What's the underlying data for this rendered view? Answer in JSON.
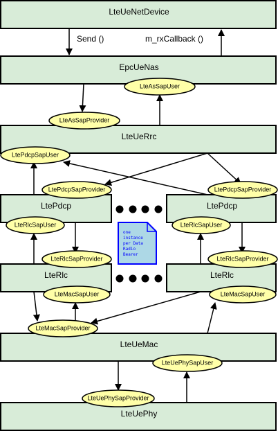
{
  "blocks": {
    "netdevice": "LteUeNetDevice",
    "nas": "EpcUeNas",
    "rrc": "LteUeRrc",
    "pdcp_left": "LtePdcp",
    "pdcp_right": "LtePdcp",
    "rlc_left": "LteRlc",
    "rlc_right": "LteRlc",
    "mac": "LteUeMac",
    "phy": "LteUePhy"
  },
  "sap": {
    "as_user": "LteAsSapUser",
    "as_provider": "LteAsSapProvider",
    "pdcp_user": "LtePdcpSapUser",
    "pdcp_provider_left": "LtePdcpSapProvider",
    "pdcp_provider_right": "LtePdcpSapProvider",
    "rlc_user_left": "LteRlcSapUser",
    "rlc_user_right": "LteRlcSapUser",
    "rlc_provider_left": "LteRlcSapProvider",
    "rlc_provider_right": "LteRlcSapProvider",
    "mac_user_left": "LteMacSapUser",
    "mac_user_right": "LteMacSapUser",
    "mac_provider": "LteMacSapProvider",
    "phy_user": "LteUePhySapUser",
    "phy_provider": "LteUePhySapProvider"
  },
  "edges": {
    "send": "Send ()",
    "rx_callback": "m_rxCallback ()"
  },
  "note": {
    "line1": "one",
    "line2": "instance",
    "line3": "per Data",
    "line4": "Radio",
    "line5": "Bearer"
  },
  "colors": {
    "block_fill": "#d8ecd8",
    "sap_fill": "#ffffa8",
    "note_fill": "#add8e6",
    "note_border": "#0000ff"
  }
}
